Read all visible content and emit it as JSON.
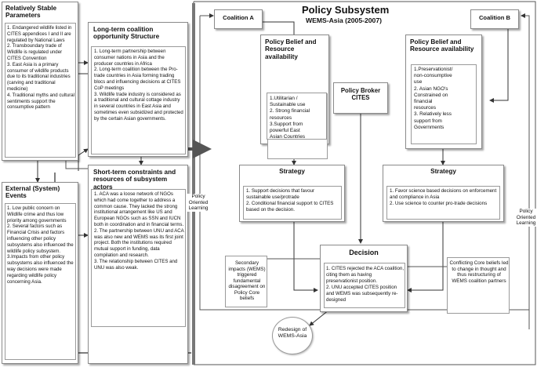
{
  "stable": {
    "title": "Relatively Stable\nParameters",
    "text": "1.   Endangered wildlife listed in CITES appendices I and II are regulated by National Laws\n2. Transboundary trade of Wildlife  is regulated under CITES Convention\n3. East Asia is a primary consumer of wildlife products due to its traditional industries (carving and traditional medicine)\n4. Traditional myths and cultural sentiments support the consumptive pattern"
  },
  "longterm": {
    "title": "Long-term coalition\nopportunity Structure",
    "text": "1. Long-term partnership between consumer nations in Asia and the producer countries in Africa\n2. Long-term coalition between the Pro-trade countries in Asia forming trading blocs and influencing decisions at CITES CoP meetings\n3. Wildlife trade industry is considered as a traditional and cultural cottage industry in several countries in East Asia and sometimes even subsidized and protected by the certain Asian governments."
  },
  "external": {
    "title": "External (System)\nEvents",
    "text": "1. Low public concern on Wildlife crime and thus low priority among governments\n2. Several factors such as Financial Crisis and factors influencing other policy subsystems also influenced the wildlife policy subsystem.\n3.Impacts from other policy subsystems also influenced the way decisions were made regarding wildlife policy concerning Asia."
  },
  "shortterm": {
    "title": "Short-term constraints and\nresources of subsystem actors",
    "text": "1. ACA was a loose network of NGOs which had come together to address a common cause. They lacked the strong institutional arrangement like US and European NGOs such as SSN and IUCN both in coordination and in financial terms.\n2. The partnership between UNU and ACA was also new and WEMS was its first joint project. Both the institutions required mutual support in funding, data compilation and research.\n3. The relationship between CITES and UNU was also weak."
  },
  "subsystem": {
    "title": "Policy Subsystem",
    "subtitle": "WEMS-Asia (2005-2007)"
  },
  "coalitionA": {
    "label": "Coalition A",
    "belief_title": "Policy Belief and\nResource availability",
    "belief_text": "1.Utilitarian /\nSustainable use\n2. Strong financial\nresources\n3.Support from\npowerful East\nAsian Countries",
    "strategy_title": "Strategy",
    "strategy_text": "1. Support decisions that favour sustainable use/protrade\n2.  Conditional financial support to CITES based on the decision."
  },
  "coalitionB": {
    "label": "Coalition B",
    "belief_title": "Policy Belief and\nResource availability",
    "belief_text": "1.Preservationist/\nnon-consumptive\nuse\n2. Asian NGO's\nConstrained on\nfinancial\nresources\n3. Relatively less\nsupport from\nGovernments",
    "strategy_title": "Strategy",
    "strategy_text": "1.  Favor science based decisions on enforcement and compliance in Asia\n2.  Use science to counter pro-trade decisions"
  },
  "broker": {
    "label": "Policy Broker\nCITES"
  },
  "decision": {
    "title": "Decision",
    "text": "1. CITES rejected the ACA coalition, citing them as having preservationist position.\n2. UNU accepted CITES position and WEMS was subsequently re-designed"
  },
  "secondary": {
    "text": "Secondary\nimpacts (WEMS)\ntriggered\nfundamental\ndisagreement on\nPolicy Core\nbeliefs"
  },
  "conflicting": {
    "text": "Conflicting Core\nbeliefs led to\nchange in\nthought and thus\nrestructuring of\nWEMS coalition\npartners"
  },
  "redesign": {
    "label": "Redesign of\nWEMS-Asia"
  },
  "learning_left": "Policy\nOriented\nLearning",
  "learning_right": "Policy\nOriented\nLearning"
}
